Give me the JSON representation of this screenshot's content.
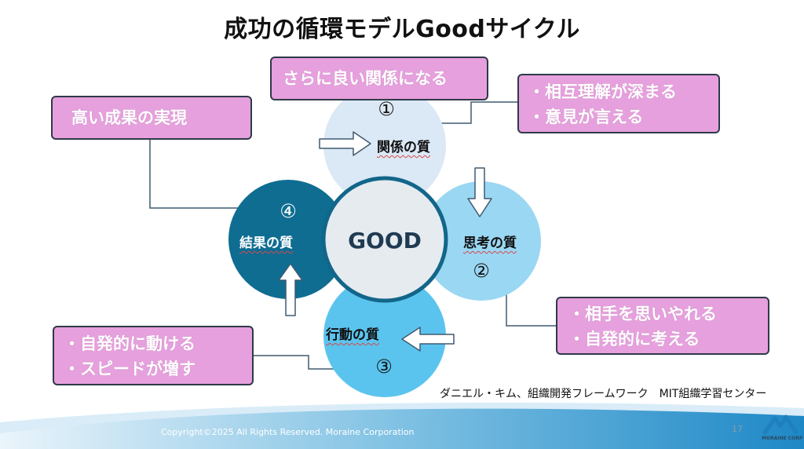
{
  "title": "成功の循環モデルGoodサイクル",
  "center_label": "GOOD",
  "stages": {
    "relationship": {
      "number": "①",
      "label": "関係の質"
    },
    "thinking": {
      "number": "②",
      "label": "思考の質"
    },
    "action": {
      "number": "③",
      "label": "行動の質"
    },
    "result": {
      "number": "④",
      "label": "結果の質"
    }
  },
  "boxes": {
    "top": {
      "text": "さらに良い関係になる"
    },
    "top_right": {
      "lines": [
        "・相互理解が深まる",
        "・意見が言える"
      ]
    },
    "left": {
      "text": "高い成果の実現"
    },
    "right": {
      "lines": [
        "・相手を思いやれる",
        "・自発的に考える"
      ]
    },
    "bottom_left": {
      "lines": [
        "・自発的に動ける",
        "・スピードが増す"
      ]
    }
  },
  "citation": "ダニエル・キム、組織開発フレームワーク　MIT組織学習センター",
  "footer": "Copyright©2025 All Rights Reserved. Moraine Corporation",
  "page_number": "17",
  "logo_text": "MORAINE CORP",
  "colors": {
    "box_fill": "#e6a0dd",
    "box_border": "#2e3a48",
    "relationship_circle": "#dbe8f5",
    "thinking_circle": "#9ad7f2",
    "action_circle": "#5bc4ee",
    "result_circle": "#0f6d92",
    "center_circle": "#e6ebf0",
    "center_ring": "#12668a"
  }
}
